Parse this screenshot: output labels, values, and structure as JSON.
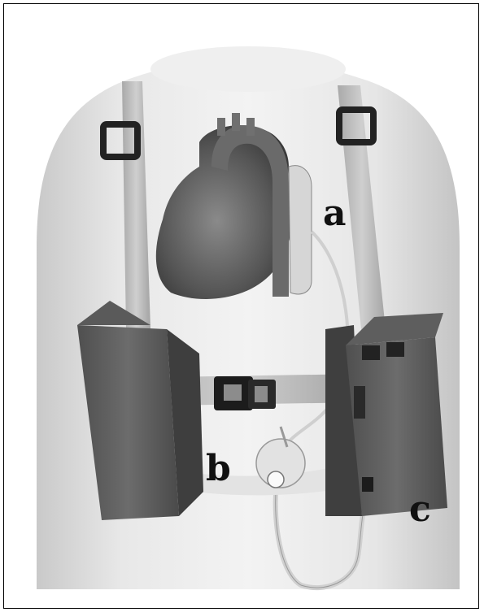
{
  "figure": {
    "labels": {
      "a": "a",
      "b": "b",
      "c": "c"
    }
  }
}
